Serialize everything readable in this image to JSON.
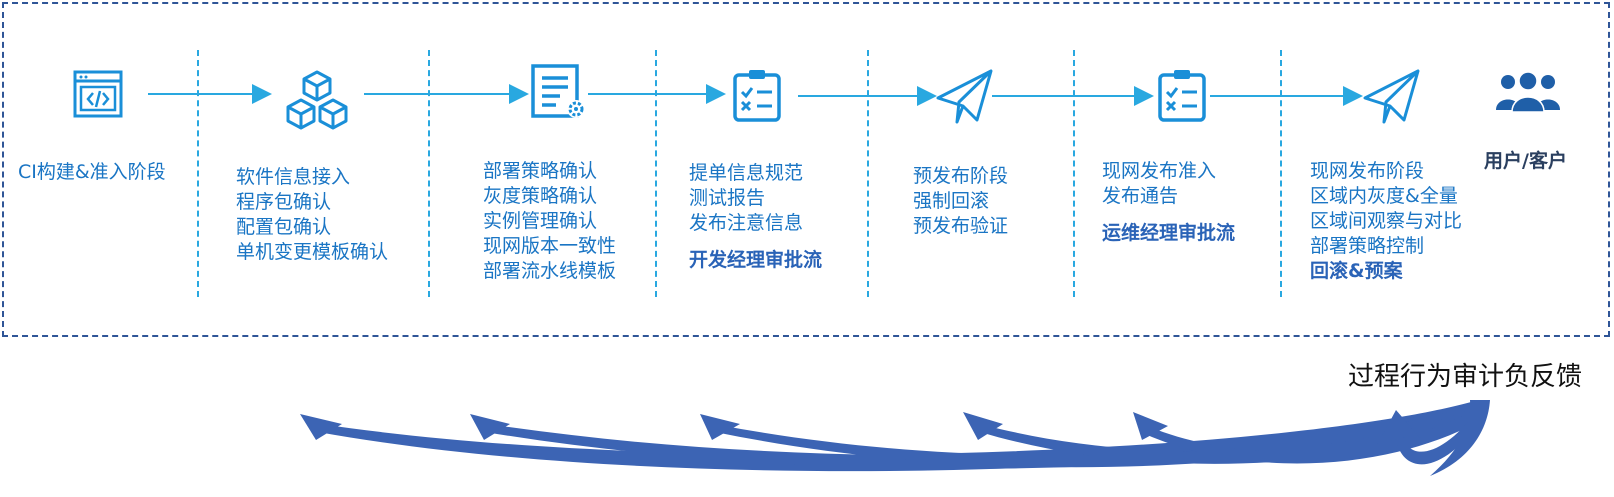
{
  "stages": [
    {
      "lines": [
        "CI构建&准入阶段"
      ],
      "bold": []
    },
    {
      "lines": [
        "软件信息接入",
        "程序包确认",
        "配置包确认",
        "单机变更模板确认"
      ],
      "bold": []
    },
    {
      "lines": [
        "部署策略确认",
        "灰度策略确认",
        "实例管理确认",
        "现网版本一致性",
        "部署流水线模板"
      ],
      "bold": []
    },
    {
      "lines": [
        "提单信息规范",
        "测试报告",
        "发布注意信息"
      ],
      "bold": [
        "开发经理审批流"
      ]
    },
    {
      "lines": [
        "预发布阶段",
        "强制回滚",
        "预发布验证"
      ],
      "bold": []
    },
    {
      "lines": [
        "现网发布准入",
        "发布通告"
      ],
      "bold": [
        "运维经理审批流"
      ]
    },
    {
      "lines": [
        "现网发布阶段",
        "区域内灰度&全量",
        "区域间观察与对比",
        "部署策略控制"
      ],
      "bold": [
        "回滚&预案"
      ]
    }
  ],
  "user_label": "用户/客户",
  "feedback_label": "过程行为审计负反馈",
  "icons": [
    "code-window-icon",
    "cubes-icon",
    "document-gear-icon",
    "clipboard-checklist-icon",
    "paper-plane-icon",
    "clipboard-checklist-icon",
    "paper-plane-icon",
    "users-icon"
  ],
  "colors": {
    "accent": "#1a8fd8",
    "text": "#1a75c4",
    "frame": "#2f5597",
    "feedback_arrow": "#3c64b4"
  }
}
